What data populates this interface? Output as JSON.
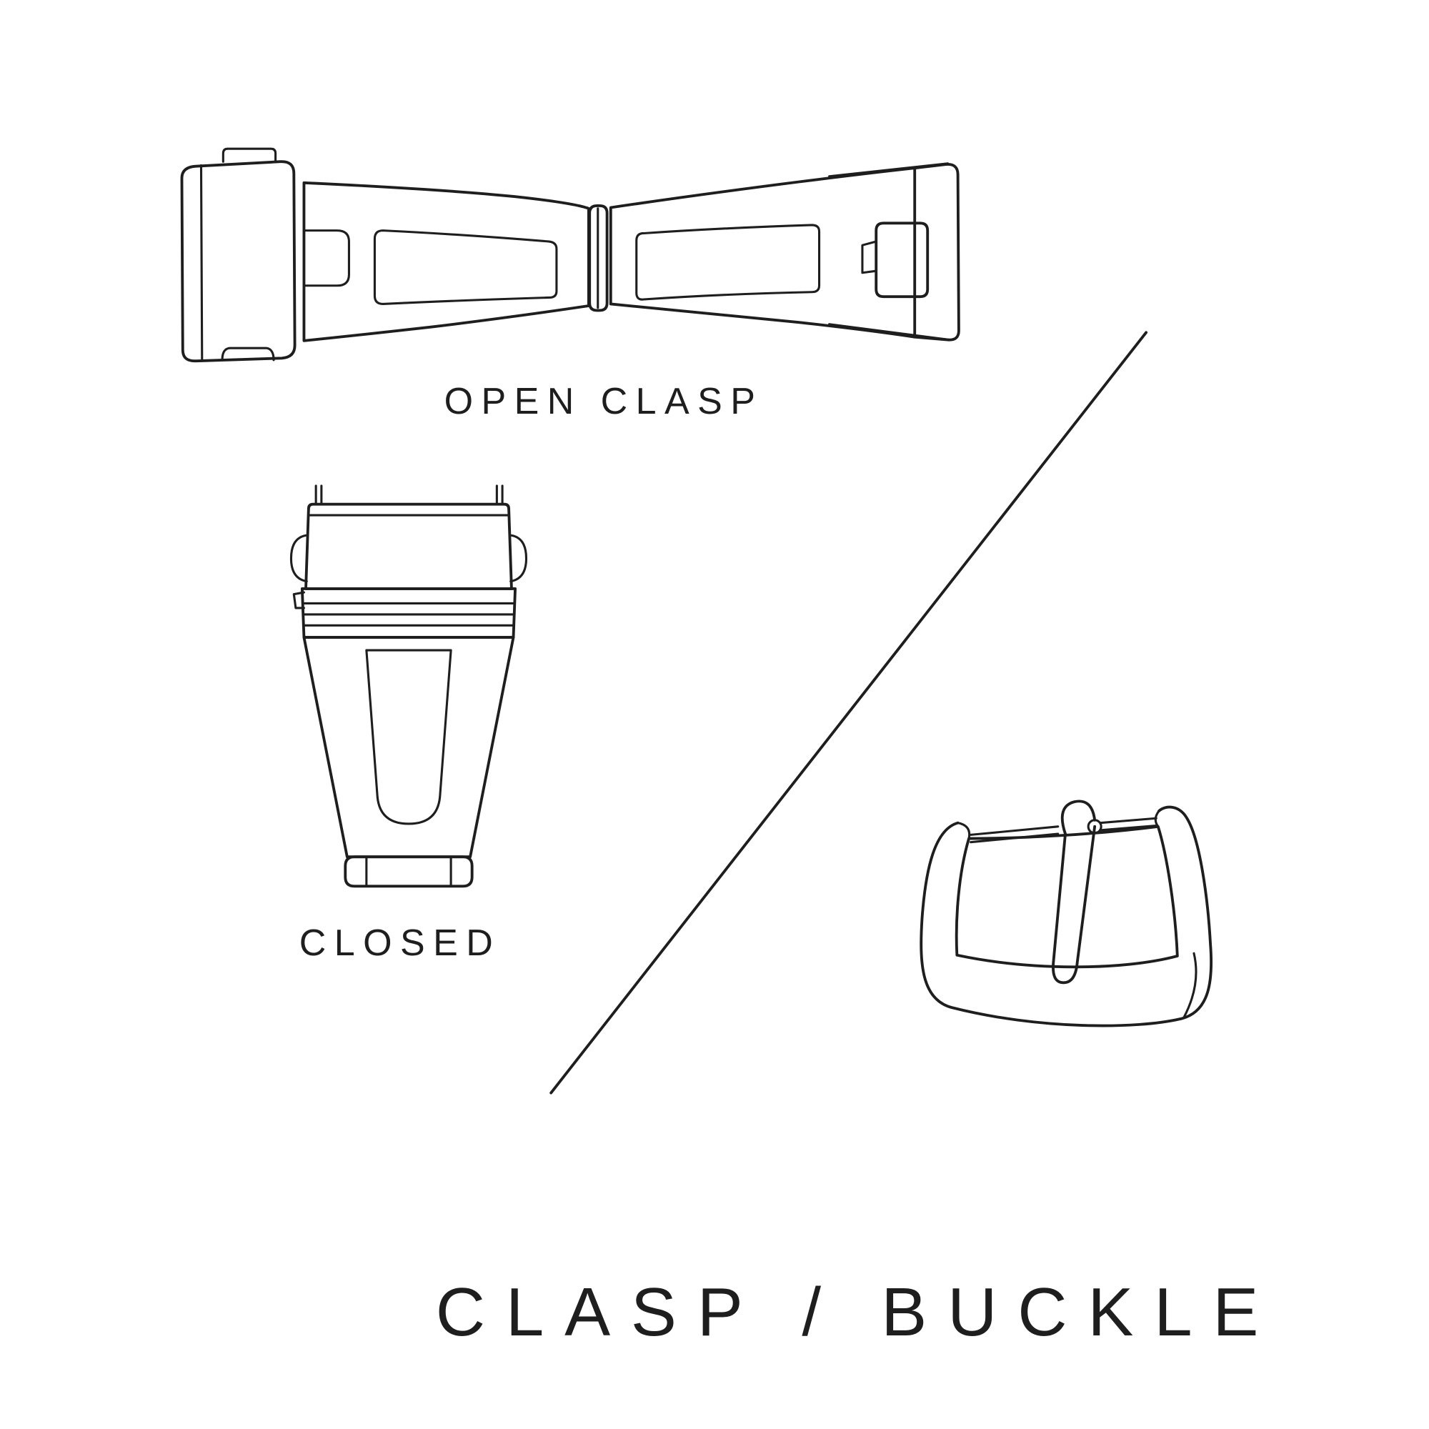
{
  "page": {
    "background_color": "#ffffff",
    "line_color": "#1e1e1e"
  },
  "labels": {
    "open_clasp": "OPEN CLASP",
    "closed": "CLOSED",
    "title": "CLASP / BUCKLE"
  },
  "illustrations": [
    {
      "name": "open-clasp-illustration",
      "meaning": "watch deployant clasp shown open, top view"
    },
    {
      "name": "closed-clasp-illustration",
      "meaning": "watch clasp shown closed, top view"
    },
    {
      "name": "buckle-illustration",
      "meaning": "watch tang buckle, perspective view"
    },
    {
      "name": "diagonal-divider",
      "meaning": "thin diagonal separator between clasp and buckle sections"
    }
  ]
}
